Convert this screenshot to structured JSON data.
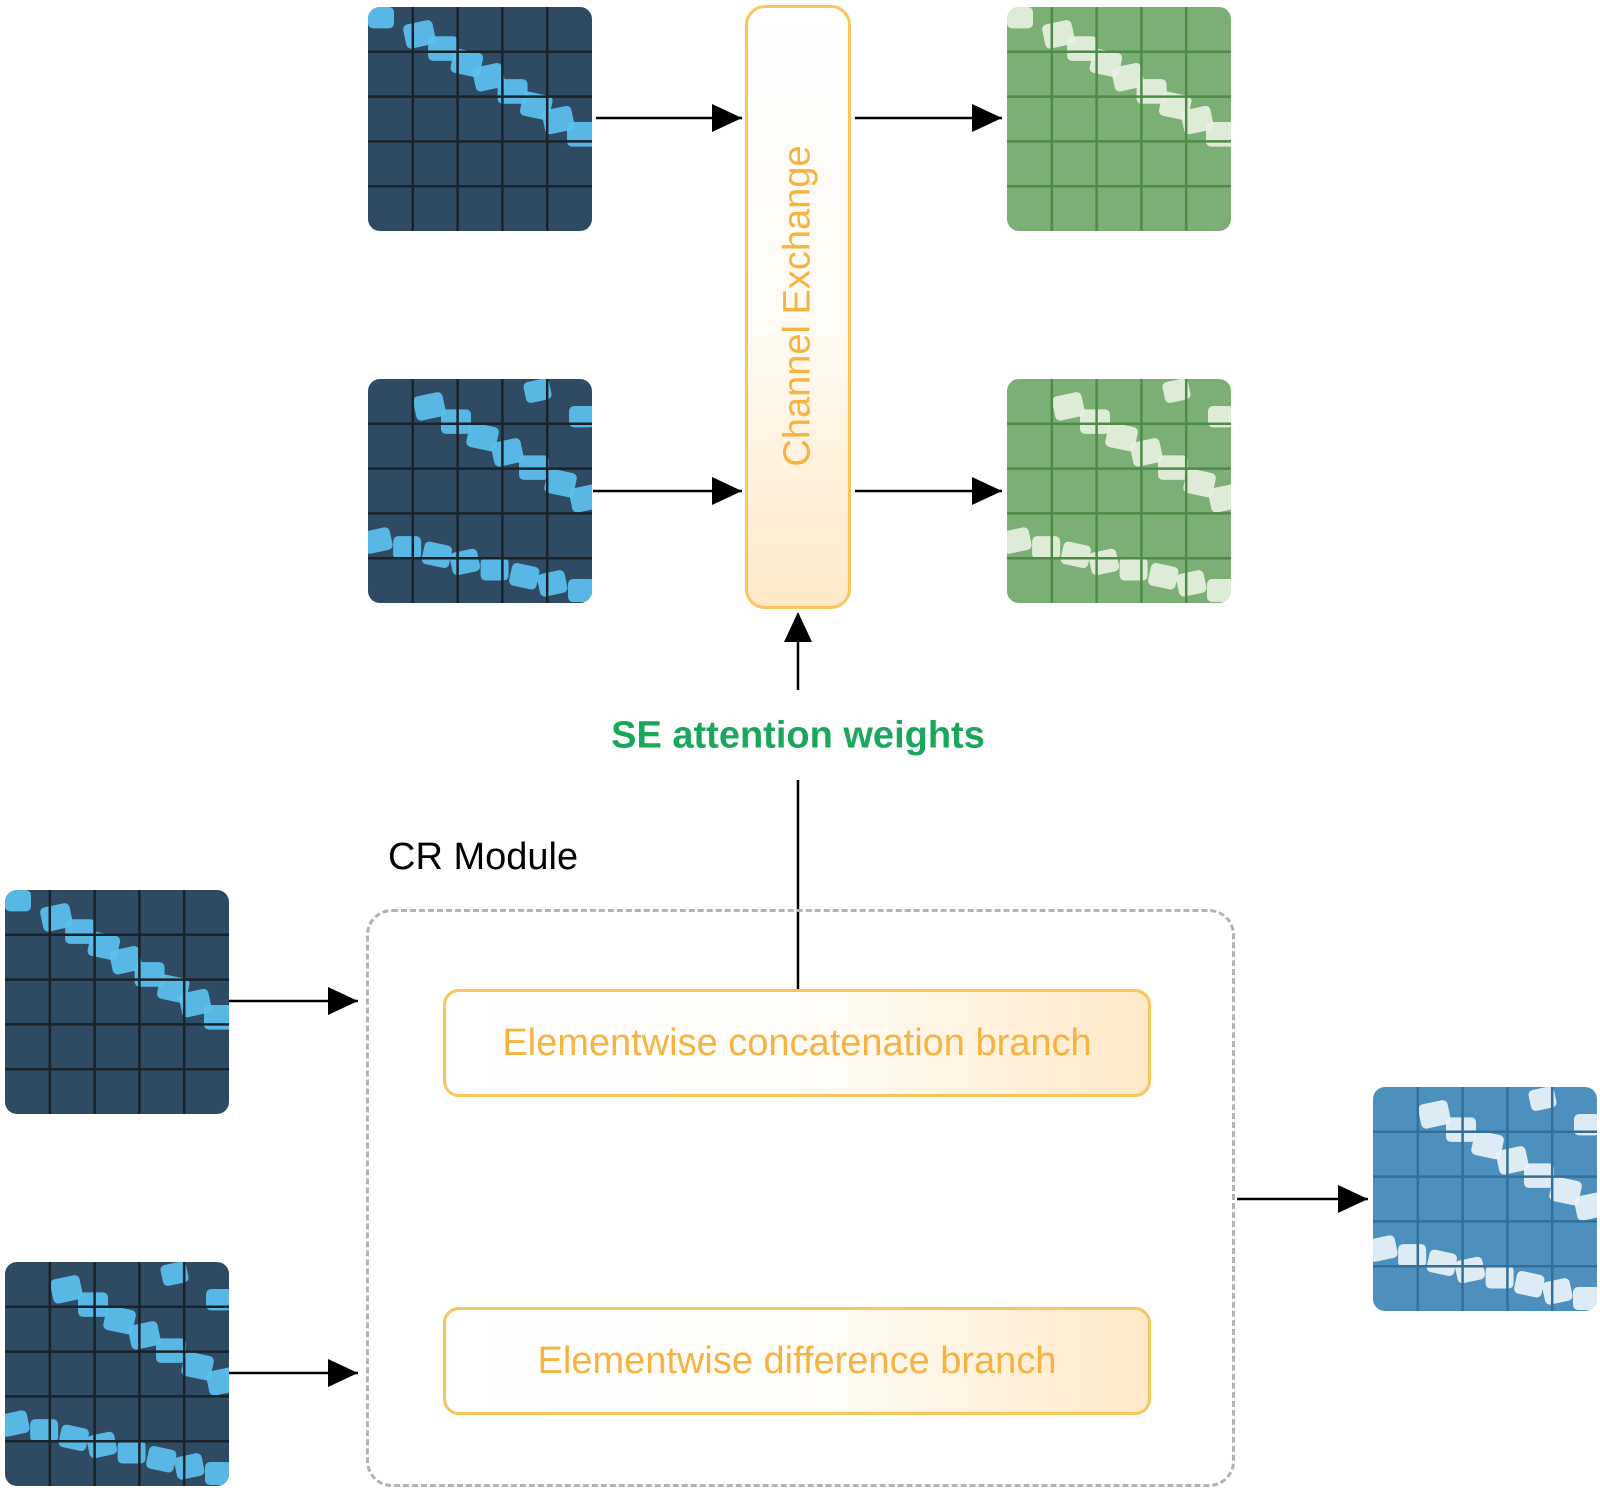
{
  "diagram": {
    "exchange_label": "Channel Exchange",
    "attention_label": "SE attention weights",
    "module_label": "CR Module",
    "branches": {
      "concat": "Elementwise concatenation branch",
      "difference": "Elementwise difference branch"
    },
    "colors": {
      "orange": "#f6b33f",
      "green_text": "#1aa65b",
      "input_tile": "#2e4b63",
      "output_tile": "#7caf75",
      "result_tile": "#4d90bd"
    }
  }
}
